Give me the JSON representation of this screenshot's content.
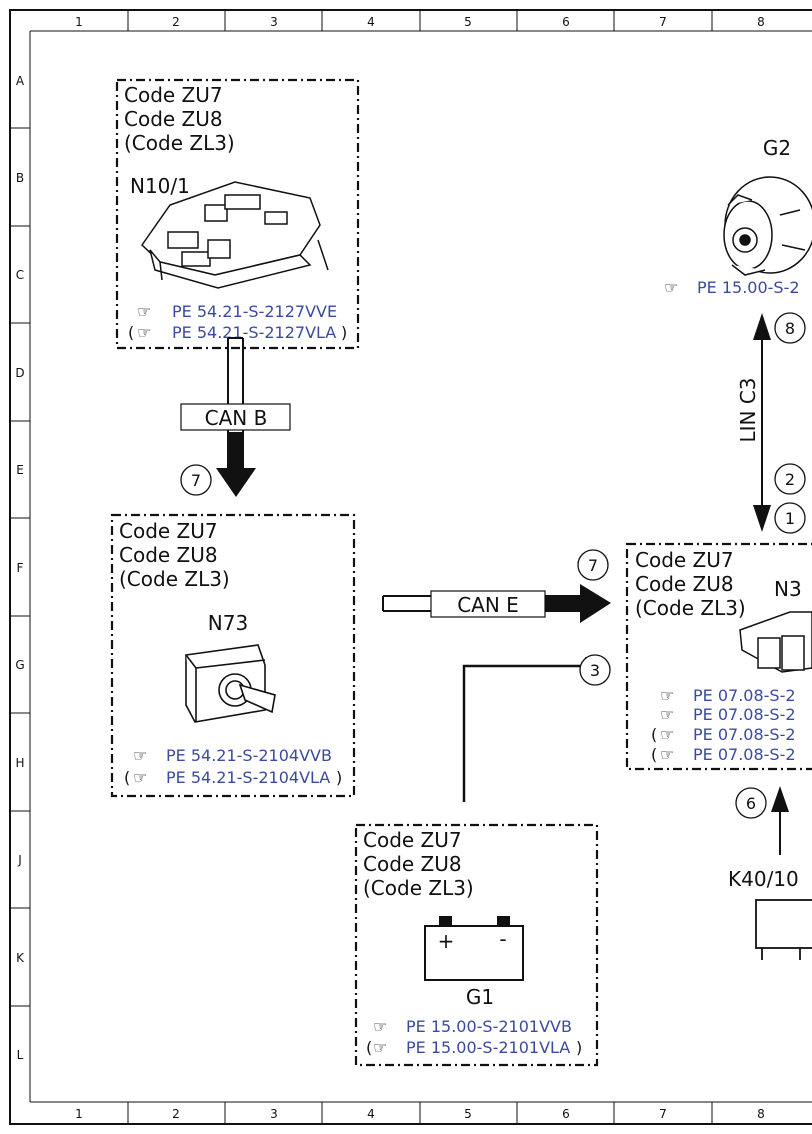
{
  "grid": {
    "columns": [
      "1",
      "2",
      "3",
      "4",
      "5",
      "6",
      "7",
      "8"
    ],
    "rows": [
      "A",
      "B",
      "C",
      "D",
      "E",
      "F",
      "G",
      "H",
      "J",
      "K",
      "L"
    ]
  },
  "components": {
    "n10_1": {
      "codes": [
        "Code ZU7",
        "Code ZU8",
        "(Code ZL3)"
      ],
      "name": "N10/1",
      "refs": [
        "PE 54.21-S-2127VVE",
        "PE 54.21-S-2127VLA"
      ]
    },
    "n73": {
      "codes": [
        "Code ZU7",
        "Code ZU8",
        "(Code ZL3)"
      ],
      "name": "N73",
      "refs": [
        "PE 54.21-S-2104VVB",
        "PE 54.21-S-2104VLA"
      ]
    },
    "g1": {
      "codes": [
        "Code ZU7",
        "Code ZU8",
        "(Code ZL3)"
      ],
      "name": "G1",
      "plus": "+",
      "minus": "-",
      "refs": [
        "PE 15.00-S-2101VVB",
        "PE 15.00-S-2101VLA"
      ]
    },
    "n3": {
      "codes": [
        "Code ZU7",
        "Code ZU8",
        "(Code ZL3)"
      ],
      "name": "N3",
      "refs": [
        "PE 07.08-S-2",
        "PE 07.08-S-2",
        "PE 07.08-S-2",
        "PE 07.08-S-2"
      ]
    },
    "g2": {
      "name": "G2",
      "ref": "PE 15.00-S-2"
    },
    "k40_10": {
      "name": "K40/10"
    }
  },
  "connections": {
    "can_b": "CAN B",
    "can_e": "CAN E",
    "lin_c3": "LIN C3"
  },
  "markers": [
    "7",
    "7",
    "3",
    "8",
    "2",
    "1",
    "6"
  ]
}
